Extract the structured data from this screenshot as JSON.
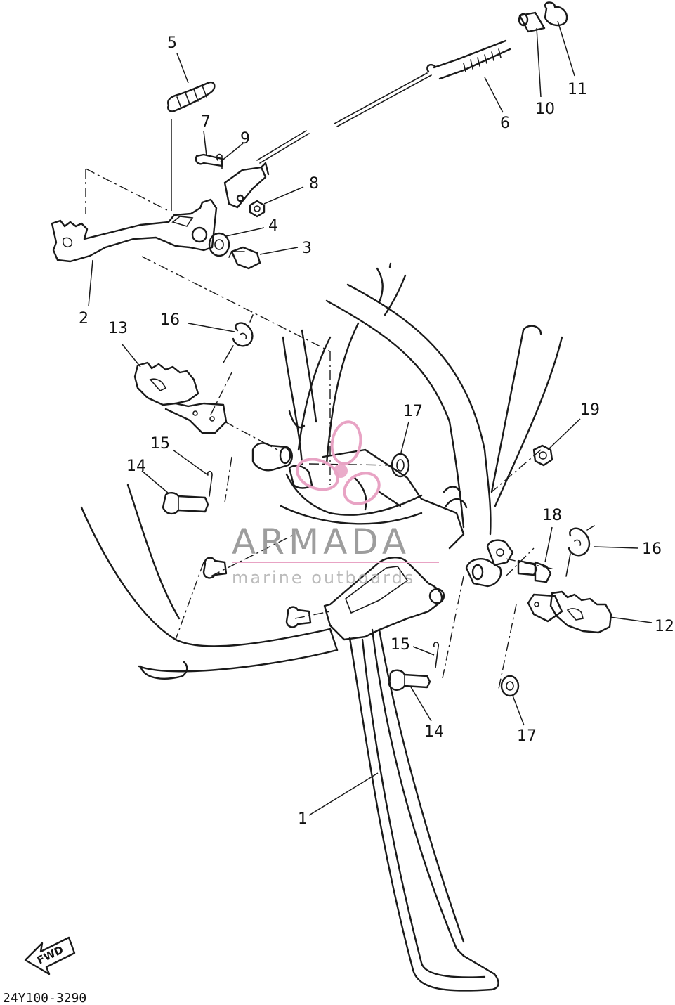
{
  "callouts": [
    {
      "id": "c1",
      "text": "1"
    },
    {
      "id": "c2",
      "text": "2"
    },
    {
      "id": "c3",
      "text": "3"
    },
    {
      "id": "c4",
      "text": "4"
    },
    {
      "id": "c5",
      "text": "5"
    },
    {
      "id": "c6",
      "text": "6"
    },
    {
      "id": "c7",
      "text": "7"
    },
    {
      "id": "c8",
      "text": "8"
    },
    {
      "id": "c9",
      "text": "9"
    },
    {
      "id": "c10",
      "text": "10"
    },
    {
      "id": "c11",
      "text": "11"
    },
    {
      "id": "c12",
      "text": "12"
    },
    {
      "id": "c13",
      "text": "13"
    },
    {
      "id": "c14a",
      "text": "14"
    },
    {
      "id": "c14b",
      "text": "14"
    },
    {
      "id": "c15a",
      "text": "15"
    },
    {
      "id": "c15b",
      "text": "15"
    },
    {
      "id": "c16a",
      "text": "16"
    },
    {
      "id": "c16b",
      "text": "16"
    },
    {
      "id": "c17a",
      "text": "17"
    },
    {
      "id": "c17b",
      "text": "17"
    },
    {
      "id": "c18",
      "text": "18"
    },
    {
      "id": "c19",
      "text": "19"
    }
  ],
  "fwd_label": "FWD",
  "diagram_code": "24Y100-3290",
  "watermark": {
    "title": "ARMADA",
    "subtitle": "marine outboards",
    "color": "#e8a3c4"
  },
  "colors": {
    "line": "#1a1a1a",
    "background": "#ffffff"
  }
}
